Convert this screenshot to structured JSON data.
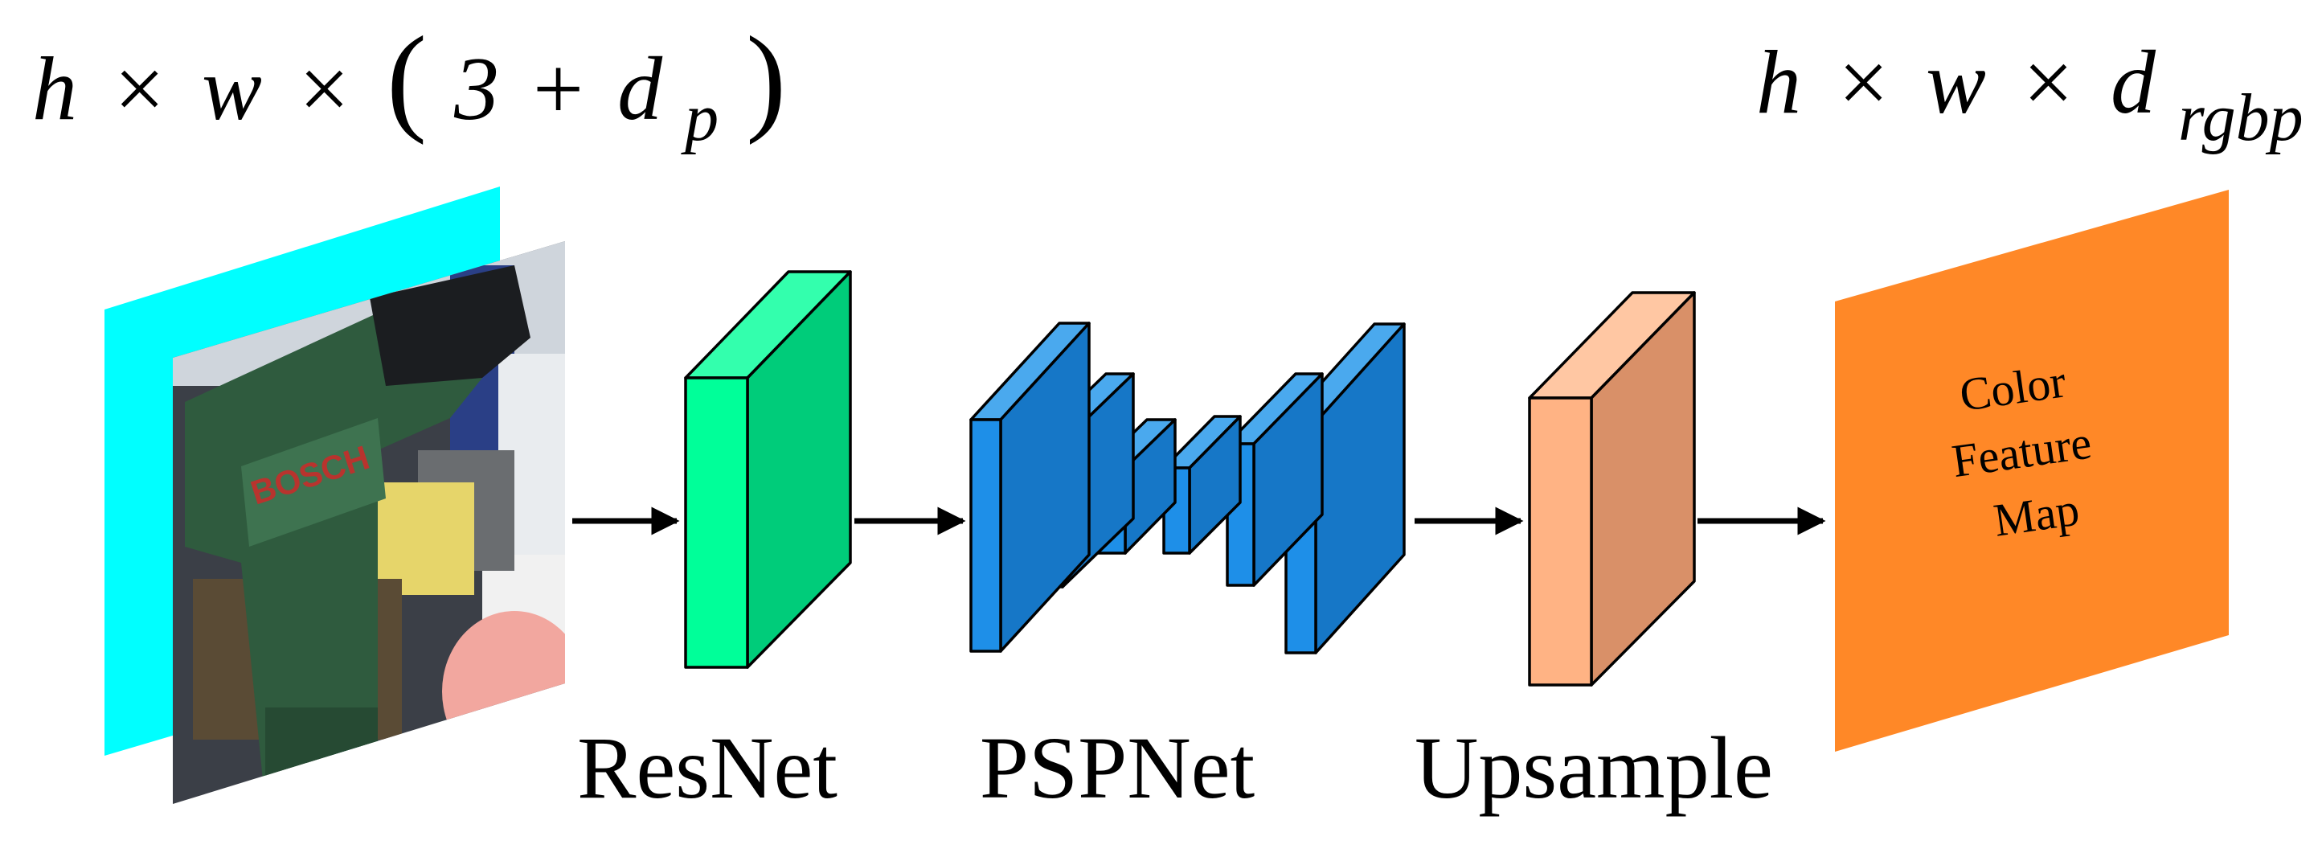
{
  "input_dims": {
    "h": "h",
    "times_1": "×",
    "w": "w",
    "times_2": "×",
    "paren_open": "(",
    "three": "3",
    "plus": "+",
    "d": "d",
    "d_sub": "p",
    "paren_close": ")"
  },
  "output_dims": {
    "h": "h",
    "times_1": "×",
    "w": "w",
    "times_2": "×",
    "d": "d",
    "d_sub": "rgbp"
  },
  "stages": {
    "resnet": "ResNet",
    "pspnet": "PSPNet",
    "upsample": "Upsample"
  },
  "output_map": {
    "line1": "Color",
    "line2": "Feature",
    "line3": "Map"
  },
  "colors": {
    "depth_plane": "#00ffff",
    "resnet_front": "#00ff99",
    "resnet_side": "#00cc7a",
    "pspnet_front": "#1e8fe8",
    "pspnet_side": "#1677c7",
    "upsample_front": "#ffb384",
    "upsample_side": "#d99068",
    "output_map": "#ff8827",
    "arrow": "#000000"
  }
}
